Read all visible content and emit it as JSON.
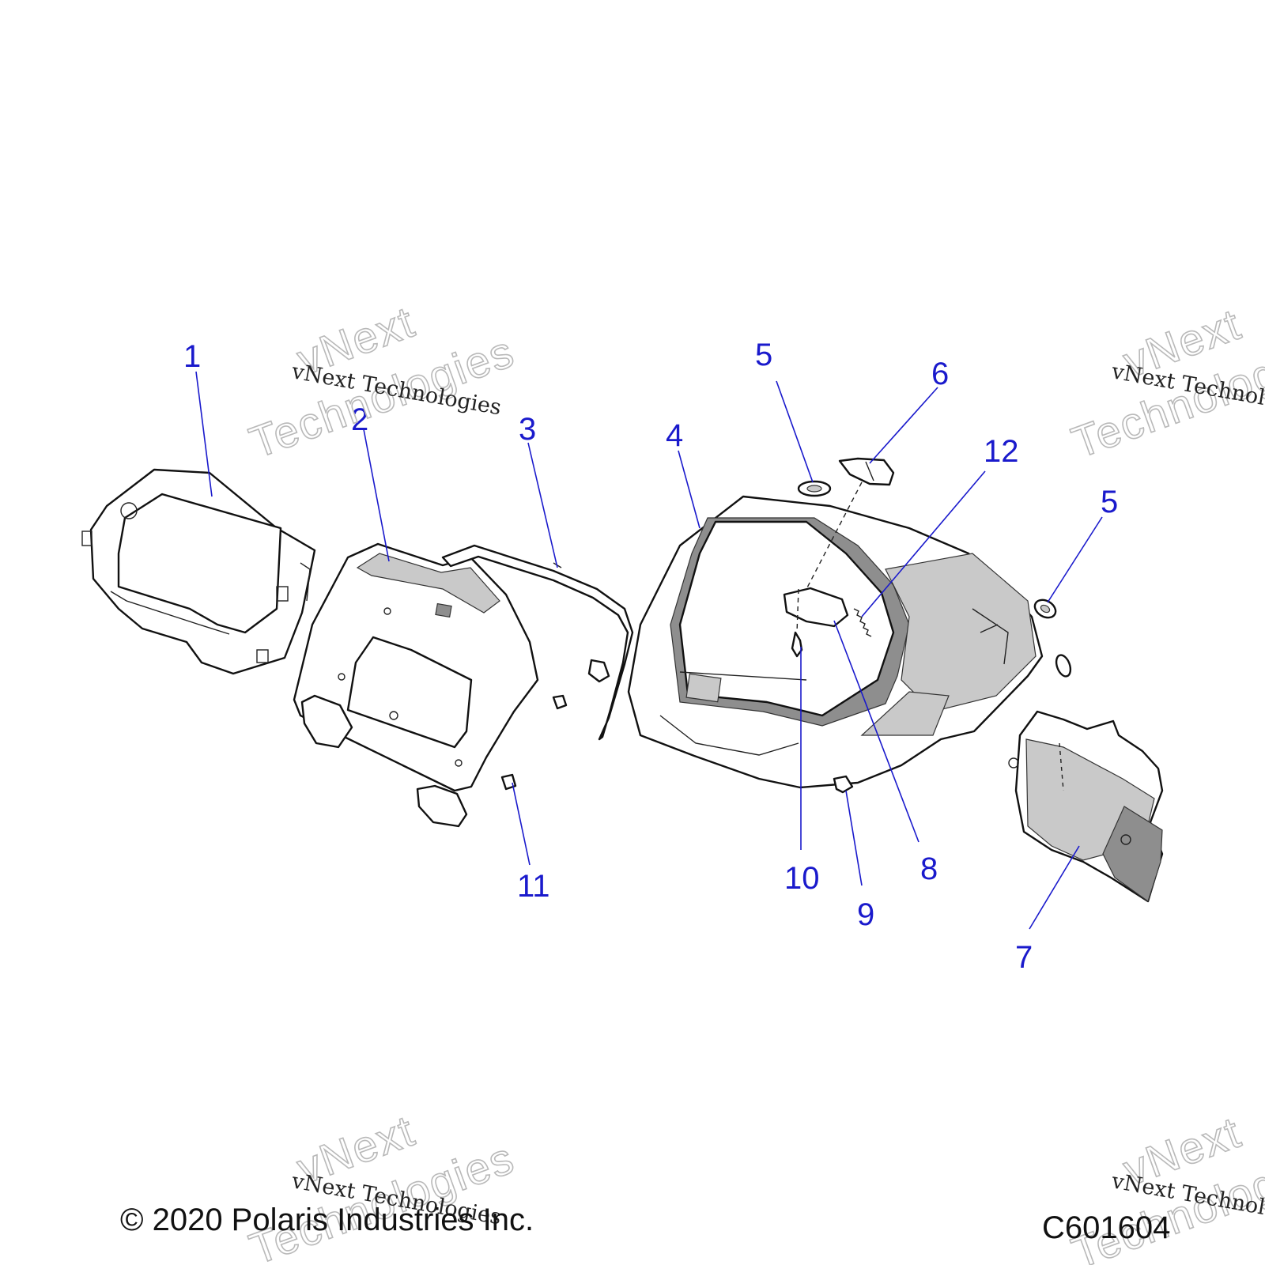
{
  "watermark": {
    "line1": "vNext",
    "line2": "Technologies",
    "small": "vNext Technologies",
    "small_cut": "vNext Technolo"
  },
  "callouts": [
    "1",
    "2",
    "3",
    "4",
    "5",
    "6",
    "12",
    "5",
    "11",
    "10",
    "8",
    "9",
    "7"
  ],
  "footer": {
    "copyright": "© 2020 Polaris Industries Inc.",
    "figure_id": "C601604"
  }
}
